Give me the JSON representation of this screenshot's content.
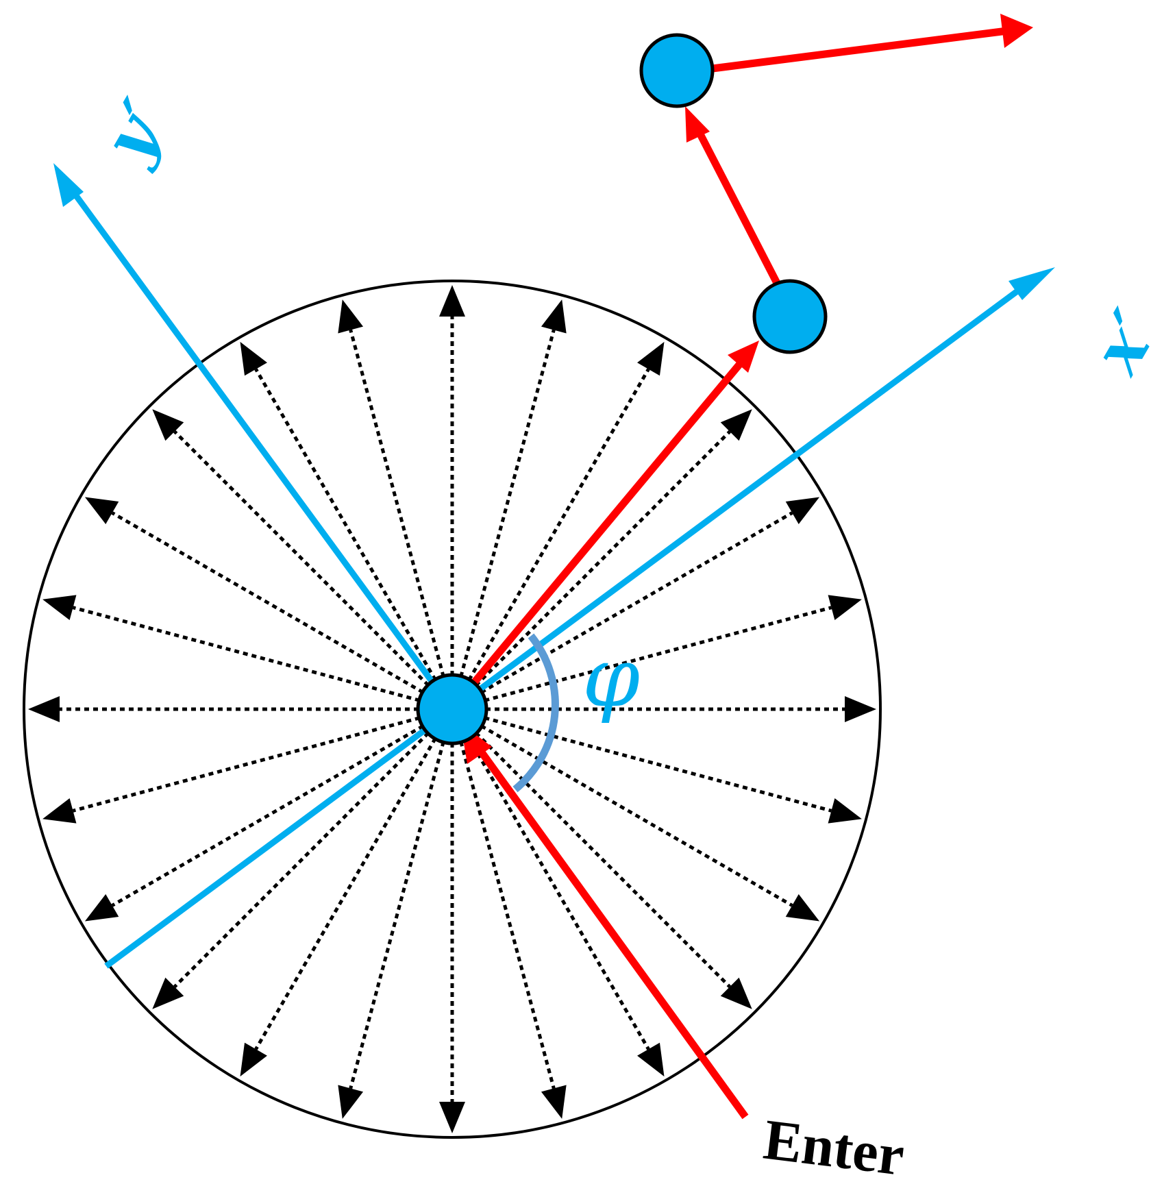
{
  "labels": {
    "x_axis": "x′",
    "y_axis": "y′",
    "angle": "φ",
    "entry": "Enter"
  },
  "colors": {
    "axis": "#00AEEF",
    "path": "#FF0000",
    "particle": "#00AEEF",
    "angle_arc": "#5B9BD5",
    "outline": "#000000",
    "radial": "#000000",
    "background": "#FFFFFF"
  },
  "radial_directions": 24
}
